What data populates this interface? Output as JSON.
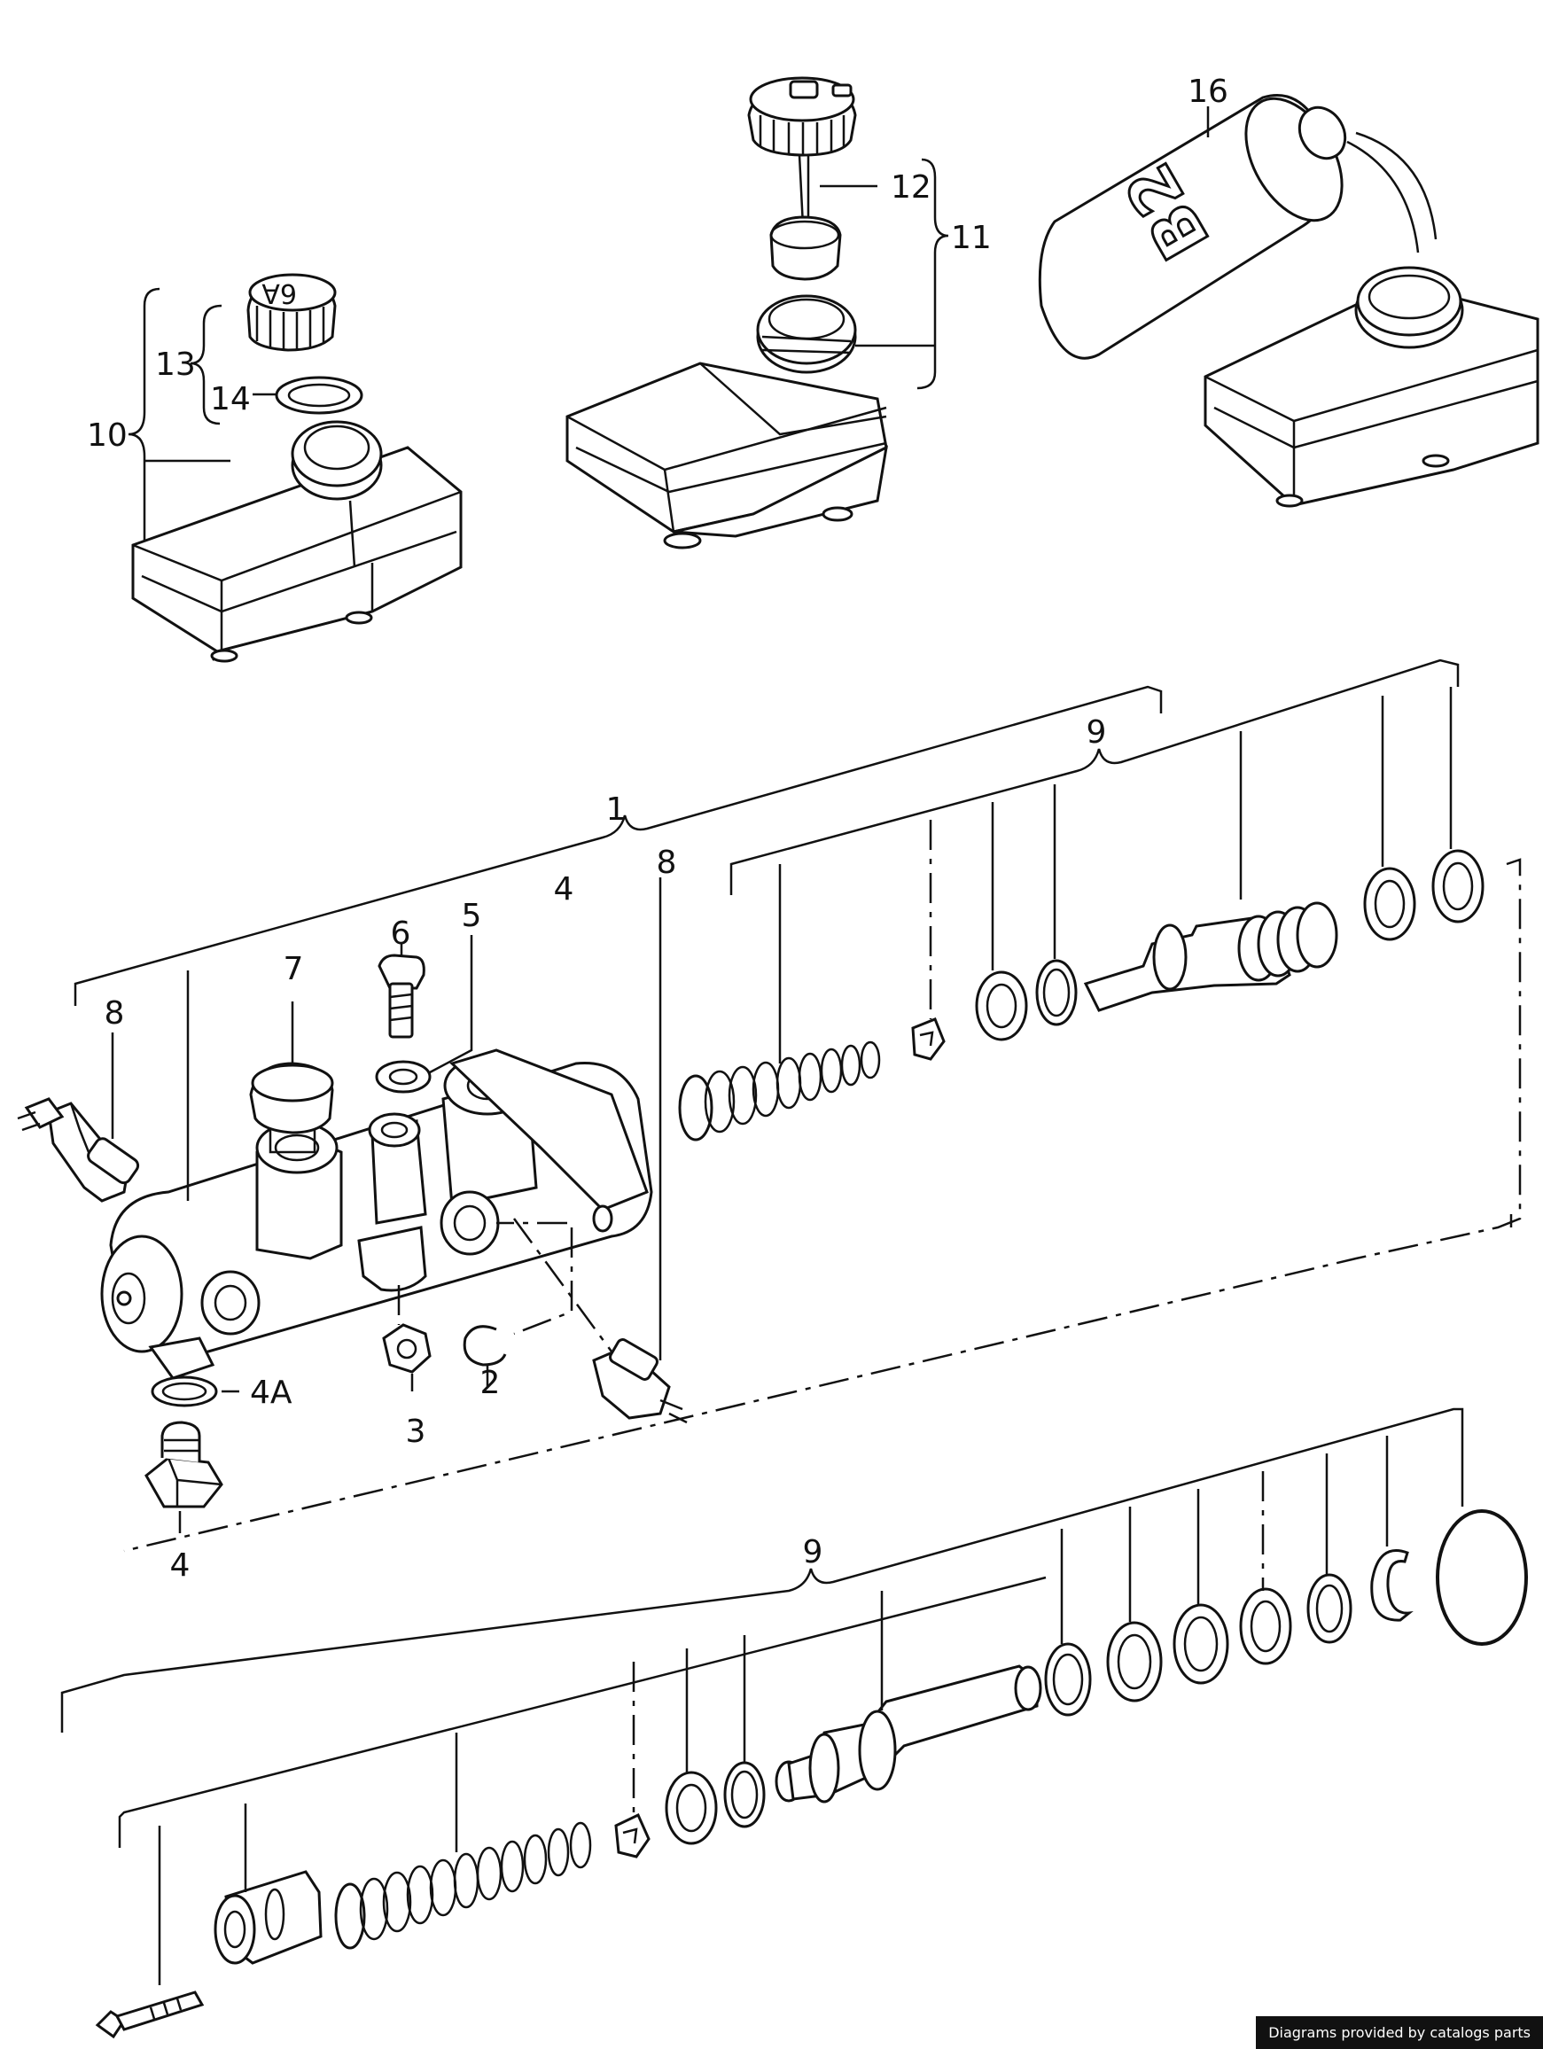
{
  "labels": {
    "l1": "1",
    "l2": "2",
    "l3": "3",
    "l4_top": "4",
    "l4_bottom": "4",
    "l4a": "4A",
    "l5": "5",
    "l6": "6",
    "l7": "7",
    "l8_left": "8",
    "l8_right": "8",
    "l9_top": "9",
    "l9_bottom": "9",
    "l10": "10",
    "l11": "11",
    "l12": "12",
    "l13": "13",
    "l14": "14",
    "l16": "16"
  },
  "bottle_marking": "B2",
  "credit": "Diagrams provided by catalogs parts"
}
